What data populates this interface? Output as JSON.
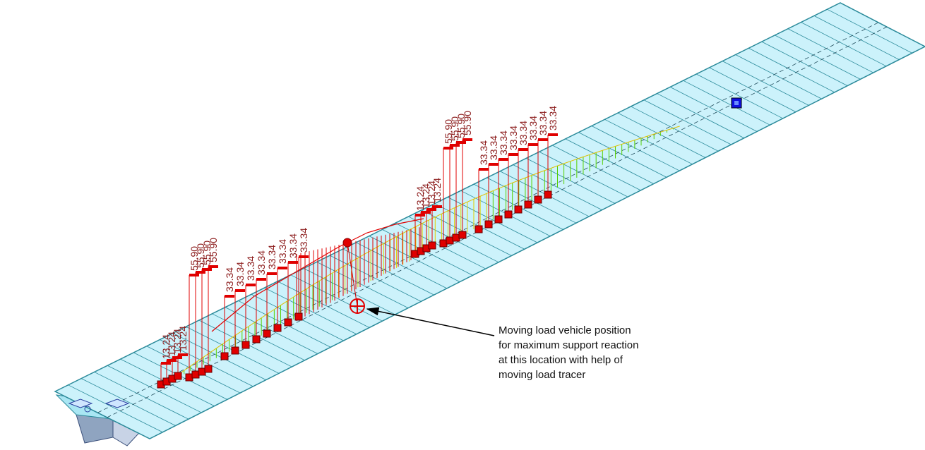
{
  "annotation": {
    "lines": [
      "Moving load vehicle position",
      "for maximum support reaction",
      "at this location with help of",
      "moving load tracer"
    ]
  },
  "load_groups": [
    {
      "values": [
        "13.24",
        "13.24",
        "13.24",
        "13.24"
      ]
    },
    {
      "values": [
        "55.90",
        "55.90",
        "55.90",
        "55.90"
      ]
    },
    {
      "values": [
        "33.34",
        "33.34",
        "33.34",
        "33.34",
        "33.34",
        "33.34",
        "33.34",
        "33.34"
      ]
    },
    {
      "values": [
        "13.24",
        "13.24",
        "13.24",
        "13.24"
      ]
    },
    {
      "values": [
        "55.90",
        "55.90",
        "55.90",
        "55.90"
      ]
    },
    {
      "values": [
        "33.34",
        "33.34",
        "33.34",
        "33.34",
        "33.34",
        "33.34",
        "33.34",
        "33.34"
      ]
    }
  ],
  "colors": {
    "deck_fill": "#ccf2fb",
    "deck_edge": "#2a8a9a",
    "load": "#e00000",
    "label": "#8B1A1A",
    "node_marker": "#1010e0",
    "pointer": "#000000"
  }
}
